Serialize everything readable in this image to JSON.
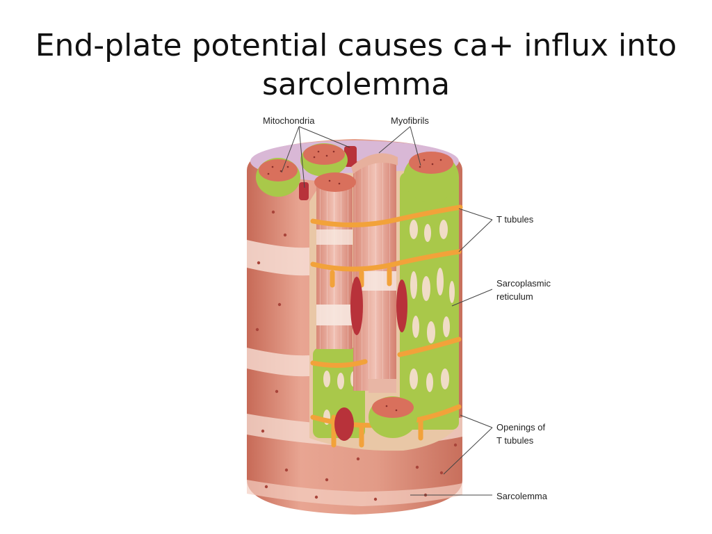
{
  "slide": {
    "title_line1": "End-plate potential causes ca+ influx into",
    "title_line2": "sarcolemma"
  },
  "diagram": {
    "labels": {
      "mitochondria": "Mitochondria",
      "myofibrils": "Myofibrils",
      "t_tubules": "T tubules",
      "sarcoplasmic_line1": "Sarcoplasmic",
      "sarcoplasmic_line2": "reticulum",
      "openings_line1": "Openings of",
      "openings_line2": "T tubules",
      "sarcolemma": "Sarcolemma"
    },
    "colors": {
      "sarcolemma": "#e09a86",
      "sarcolemma_dark": "#c9705d",
      "myofibril_top": "#d9705c",
      "sarcoplasmic_reticulum": "#a9c84a",
      "t_tubule": "#f2a23a",
      "mitochondria": "#b8323a"
    }
  }
}
